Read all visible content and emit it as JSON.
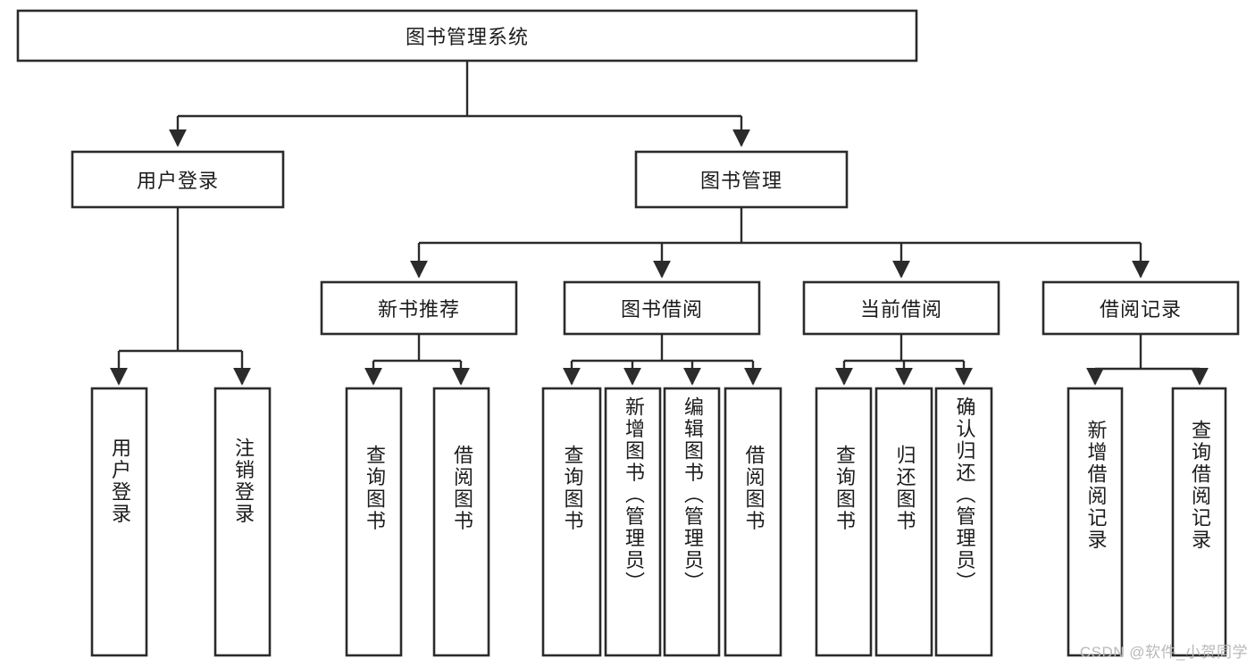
{
  "diagram": {
    "type": "tree",
    "title": "图书管理系统",
    "watermark": "CSDN @软件_小贺同学",
    "root": {
      "id": "root",
      "label": "图书管理系统",
      "orientation": "horizontal"
    },
    "level2": [
      {
        "id": "user-login",
        "label": "用户登录",
        "orientation": "horizontal"
      },
      {
        "id": "book-manage",
        "label": "图书管理",
        "orientation": "horizontal"
      }
    ],
    "level3": [
      {
        "id": "new-book-recommend",
        "label": "新书推荐",
        "orientation": "horizontal",
        "parent": "book-manage"
      },
      {
        "id": "book-borrow",
        "label": "图书借阅",
        "orientation": "horizontal",
        "parent": "book-manage"
      },
      {
        "id": "current-borrow",
        "label": "当前借阅",
        "orientation": "horizontal",
        "parent": "book-manage"
      },
      {
        "id": "borrow-record",
        "label": "借阅记录",
        "orientation": "horizontal",
        "parent": "book-manage"
      }
    ],
    "leaves": [
      {
        "id": "leaf-user-login",
        "label": "用户登录",
        "orientation": "vertical",
        "parent": "user-login"
      },
      {
        "id": "leaf-logout",
        "label": "注销登录",
        "orientation": "vertical",
        "parent": "user-login"
      },
      {
        "id": "leaf-query-book-1",
        "label": "查询图书",
        "orientation": "vertical",
        "parent": "new-book-recommend"
      },
      {
        "id": "leaf-borrow-book-1",
        "label": "借阅图书",
        "orientation": "vertical",
        "parent": "new-book-recommend"
      },
      {
        "id": "leaf-query-book-2",
        "label": "查询图书",
        "orientation": "vertical",
        "parent": "book-borrow"
      },
      {
        "id": "leaf-add-book",
        "label": "新增图书（管理员）",
        "orientation": "vertical",
        "parent": "book-borrow"
      },
      {
        "id": "leaf-edit-book",
        "label": "编辑图书（管理员）",
        "orientation": "vertical",
        "parent": "book-borrow"
      },
      {
        "id": "leaf-borrow-book-2",
        "label": "借阅图书",
        "orientation": "vertical",
        "parent": "book-borrow"
      },
      {
        "id": "leaf-query-book-3",
        "label": "查询图书",
        "orientation": "vertical",
        "parent": "current-borrow"
      },
      {
        "id": "leaf-return-book",
        "label": "归还图书",
        "orientation": "vertical",
        "parent": "current-borrow"
      },
      {
        "id": "leaf-confirm-return",
        "label": "确认归还（管理员）",
        "orientation": "vertical",
        "parent": "current-borrow"
      },
      {
        "id": "leaf-add-record",
        "label": "新增借阅记录",
        "orientation": "vertical",
        "parent": "borrow-record"
      },
      {
        "id": "leaf-query-record",
        "label": "查询借阅记录",
        "orientation": "vertical",
        "parent": "borrow-record"
      }
    ],
    "colors": {
      "stroke": "#2b2b2b",
      "fill": "#ffffff",
      "text": "#1c1c1c",
      "watermark": "#b9b9b9"
    }
  }
}
